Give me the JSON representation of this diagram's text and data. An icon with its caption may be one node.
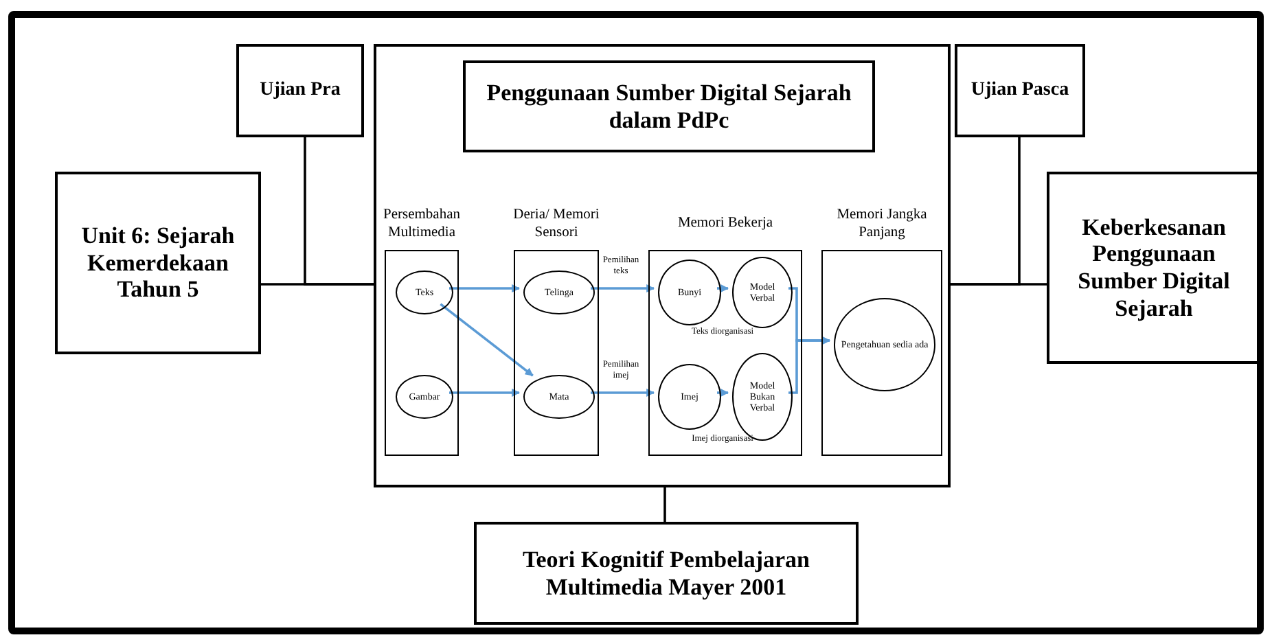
{
  "diagram": {
    "nodes": [
      {
        "text": [
          "Unit 6: Sejarah Kemerdekaan Tahun 5"
        ]
      },
      {
        "text": [
          "Ujian Pra"
        ]
      },
      {
        "text": [],
        "shape": "box"
      },
      {
        "text": [
          "Penggunaan Sumber Digital Sejarah dalam PdPc"
        ],
        "in": 2
      },
      {
        "text": [
          "Persembahan Multimedia"
        ],
        "in": 2
      },
      {
        "text": [
          "Teks"
        ],
        "in": 4
      },
      {
        "text": [
          "Gambar"
        ],
        "in": 4
      },
      {
        "text": [
          "Deria/ Memori Sensori"
        ],
        "in": 2
      },
      {
        "text": [
          "Telinga"
        ],
        "in": 7
      },
      {
        "text": [
          "Mata"
        ],
        "in": 7
      },
      {
        "text": [
          "Memori Bekerja"
        ],
        "in": 2
      },
      {
        "text": [
          "Bunyi"
        ],
        "in": 10
      },
      {
        "text": [
          "Imej"
        ],
        "in": 10
      },
      {
        "text": [
          "Model Verbal"
        ],
        "in": 10
      },
      {
        "text": [
          "Model Bukan Verbal"
        ],
        "in": 10
      },
      {
        "text": [
          "Memori Jangka Panjang"
        ],
        "in": 2
      },
      {
        "text": [
          "Pengetahuan sedia ada"
        ],
        "in": 15
      },
      {
        "text": [
          "Ujian Pasca"
        ]
      },
      {
        "text": [
          "Keberkesanan Penggunaan Sumber Digital Sejarah"
        ]
      },
      {
        "text": [
          "Teori Kognitif Pembelajaran Multimedia Mayer 2001"
        ]
      }
    ],
    "edges": [
      {
        "from": 0,
        "to": 2,
        "arrow": "none",
        "color": "#000000"
      },
      {
        "from": 1,
        "to": 2,
        "arrow": "none",
        "color": "#000000"
      },
      {
        "from": 17,
        "to": 2,
        "arrow": "none",
        "color": "#000000"
      },
      {
        "from": 2,
        "to": 18,
        "arrow": "none",
        "color": "#000000"
      },
      {
        "from": 2,
        "to": 19,
        "arrow": "none",
        "color": "#000000"
      },
      {
        "from": 5,
        "to": 8,
        "arrow": "to"
      },
      {
        "from": 5,
        "to": 9,
        "arrow": "to"
      },
      {
        "from": 6,
        "to": 9,
        "arrow": "to"
      },
      {
        "from": 8,
        "to": 11,
        "arrow": "to",
        "label": "Pemilihan teks"
      },
      {
        "from": 9,
        "to": 12,
        "arrow": "to",
        "label": "Pemilihan imej"
      },
      {
        "from": 11,
        "to": 13,
        "arrow": "to"
      },
      {
        "from": 12,
        "to": 14,
        "arrow": "to"
      },
      {
        "from": 13,
        "to": 16,
        "arrow": "to"
      },
      {
        "from": 14,
        "to": 16,
        "arrow": "to"
      }
    ],
    "labels": [
      "Teks diorganisasi",
      "Imej diorganisasi"
    ]
  }
}
